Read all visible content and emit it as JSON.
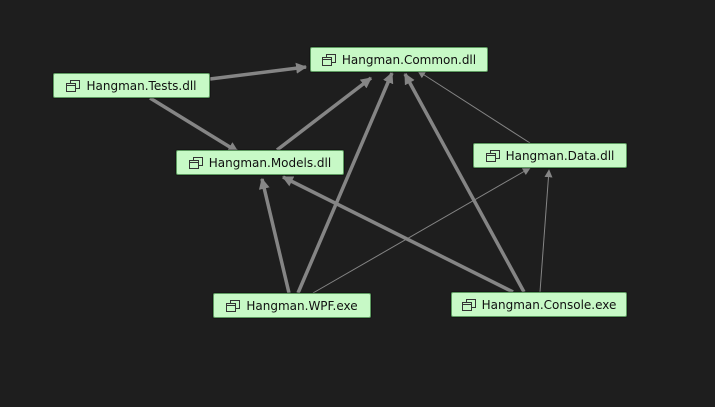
{
  "graph": {
    "nodes": [
      {
        "id": "common",
        "label": "Hangman.Common.dll",
        "icon": "assembly-icon"
      },
      {
        "id": "tests",
        "label": "Hangman.Tests.dll",
        "icon": "assembly-icon"
      },
      {
        "id": "models",
        "label": "Hangman.Models.dll",
        "icon": "assembly-icon"
      },
      {
        "id": "data",
        "label": "Hangman.Data.dll",
        "icon": "assembly-icon"
      },
      {
        "id": "wpf",
        "label": "Hangman.WPF.exe",
        "icon": "assembly-icon"
      },
      {
        "id": "console",
        "label": "Hangman.Console.exe",
        "icon": "assembly-icon"
      }
    ],
    "edges": [
      {
        "from": "tests",
        "to": "common",
        "weight": "thick"
      },
      {
        "from": "tests",
        "to": "models",
        "weight": "thick"
      },
      {
        "from": "models",
        "to": "common",
        "weight": "thick"
      },
      {
        "from": "data",
        "to": "common",
        "weight": "thin"
      },
      {
        "from": "wpf",
        "to": "models",
        "weight": "thick"
      },
      {
        "from": "wpf",
        "to": "common",
        "weight": "thick"
      },
      {
        "from": "wpf",
        "to": "data",
        "weight": "thin"
      },
      {
        "from": "console",
        "to": "common",
        "weight": "thick"
      },
      {
        "from": "console",
        "to": "models",
        "weight": "thick"
      },
      {
        "from": "console",
        "to": "data",
        "weight": "thin"
      }
    ]
  },
  "colors": {
    "background": "#1e1e1e",
    "node_fill": "#c7f9c6",
    "node_border": "#5d9a60",
    "edge": "#858585"
  }
}
